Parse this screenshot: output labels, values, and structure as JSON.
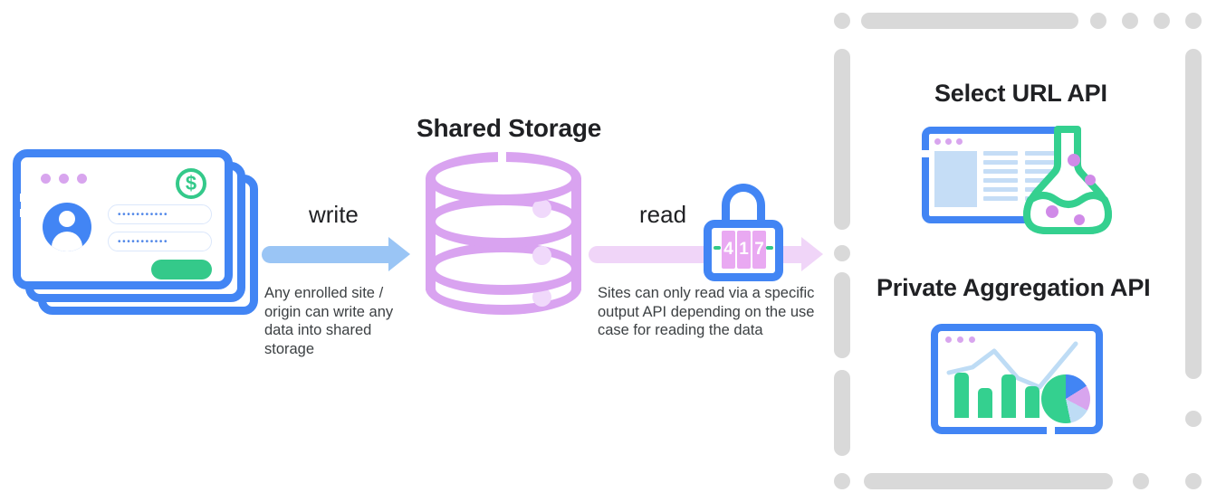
{
  "left": {
    "card_dots_icon": "window-dots",
    "dollar_icon": "dollar-circle-icon",
    "dollar_glyph": "$",
    "avatar_icon": "user-avatar-icon",
    "field_placeholder": "•••••••••••",
    "cta_label": ""
  },
  "write": {
    "label": "write",
    "description": "Any enrolled site / origin can write any data into shared storage",
    "arrow_color": "#9ac5f5"
  },
  "storage": {
    "title": "Shared Storage",
    "color": "#d9a3f0",
    "dot_color": "#f0d9fb",
    "bands": 3
  },
  "read": {
    "label": "read",
    "description": "Sites can only read via a specific output API depending on the use case for reading the data",
    "arrow_color": "#f0d5f8",
    "lock": {
      "icon": "padlock-icon",
      "combination": [
        "4",
        "1",
        "7"
      ],
      "frame_color": "#4285f4",
      "dial_color": "#e9a9f2"
    }
  },
  "panel": {
    "border_color": "#d9d9d9",
    "apis": [
      {
        "title": "Select URL API",
        "icon": "browser-window-flask-icon"
      },
      {
        "title": "Private Aggregation API",
        "icon": "analytics-dashboard-icon"
      }
    ]
  },
  "chart_icon": {
    "type": "bar",
    "bars": [
      50,
      33,
      48,
      35
    ],
    "bar_color": "#34d08f",
    "line_color": "#bedcf5",
    "pie_slices": [
      {
        "color": "#4285f4",
        "value": 16
      },
      {
        "color": "#d8a5ee",
        "value": 17
      },
      {
        "color": "#bedcf5",
        "value": 14
      },
      {
        "color": "#34d08f",
        "value": 53
      }
    ]
  }
}
